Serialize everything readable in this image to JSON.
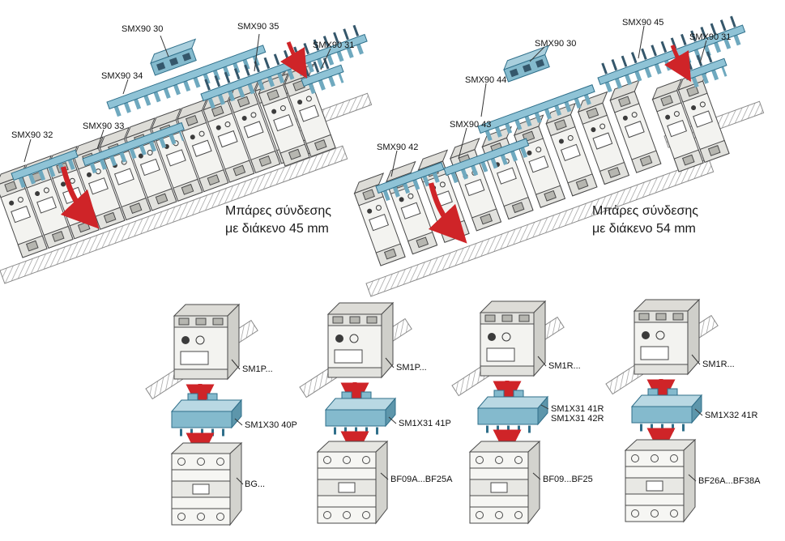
{
  "left_cluster": {
    "caption": [
      "Μπάρες σύνδεσης",
      "με διάκενο 45 mm"
    ],
    "labels": {
      "smx90_30": "SMX90 30",
      "smx90_34": "SMX90 34",
      "smx90_35": "SMX90 35",
      "smx90_31": "SMX90 31",
      "smx90_32": "SMX90 32",
      "smx90_33": "SMX90 33"
    }
  },
  "right_cluster": {
    "caption": [
      "Μπάρες σύνδεσης",
      "με διάκενο 54 mm"
    ],
    "labels": {
      "smx90_45": "SMX90 45",
      "smx90_30": "SMX90 30",
      "smx90_31": "SMX90 31",
      "smx90_44": "SMX90 44",
      "smx90_43": "SMX90 43",
      "smx90_42": "SMX90 42"
    }
  },
  "bottom_groups": [
    {
      "breaker": "SM1P...",
      "adapter_lines": [
        "SM1X30 40P"
      ],
      "contactor": "BG..."
    },
    {
      "breaker": "SM1P...",
      "adapter_lines": [
        "SM1X31 41P"
      ],
      "contactor": "BF09A...BF25A"
    },
    {
      "breaker": "SM1R...",
      "adapter_lines": [
        "SM1X31 41R",
        "SM1X31 42R"
      ],
      "contactor": "BF09...BF25"
    },
    {
      "breaker": "SM1R...",
      "adapter_lines": [
        "SM1X32 41R"
      ],
      "contactor": "BF26A...BF38A"
    }
  ],
  "colors": {
    "busbar_fill": "#8fc3d6",
    "busbar_outline": "#2f6f8a",
    "busbar_pin": "#35576b",
    "arrow_red": "#cf2428",
    "line_dark": "#4a4a4a"
  }
}
